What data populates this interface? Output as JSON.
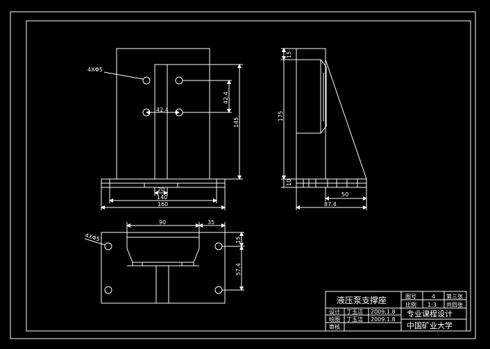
{
  "front_view": {
    "hole_label": "4XΦ5",
    "dim_hole_gap_v": "42.4",
    "dim_hole_gap_h": "42.4",
    "dim_height": "145",
    "dim_slot": "20",
    "dim_inner": "140",
    "dim_width": "160"
  },
  "side_view": {
    "dim_top": "15",
    "dim_height": "175",
    "dim_base": "10",
    "dim_foot": "50",
    "dim_depth": "87.4"
  },
  "top_view": {
    "hole_label": "4XΦ5",
    "dim_width": "90",
    "dim_offset": "35",
    "dim_edge": "15",
    "dim_spacing": "57.4"
  },
  "title_block": {
    "part_name": "液压泵支撑座",
    "drawing_no_label": "图号",
    "drawing_no": "4",
    "scale_label": "比例",
    "scale": "1:3",
    "sheet_no": "第三张",
    "sheet_total": "共四张",
    "design_label": "设计",
    "design_name": "丁玉洁",
    "design_date": "2009.1.8",
    "draw_label": "绘图",
    "draw_name": "丁玉洁",
    "draw_date": "2009.1.8",
    "review_label": "审核",
    "course": "专业课程设计",
    "school": "中国矿业大学"
  }
}
